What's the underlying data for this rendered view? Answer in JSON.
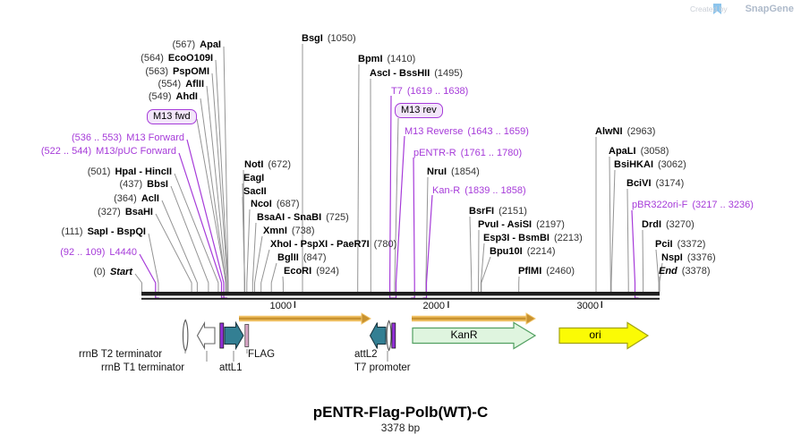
{
  "watermark": {
    "created_by": "Created by",
    "brand": "SnapGene"
  },
  "plasmid": {
    "name": "pENTR-Flag-Polb(WT)-C",
    "length": "3378 bp"
  },
  "scale": {
    "t1000": "1000",
    "t2000": "2000",
    "t3000": "3000"
  },
  "boxes": {
    "m13_fwd": "M13 fwd",
    "m13_rev": "M13 rev"
  },
  "left": [
    {
      "pos": "(567)",
      "name": "ApaI"
    },
    {
      "pos": "(564)",
      "name": "EcoO109I"
    },
    {
      "pos": "(563)",
      "name": "PspOMI"
    },
    {
      "pos": "(554)",
      "name": "AflII"
    },
    {
      "pos": "(549)",
      "name": "AhdI"
    },
    {
      "pos": "(536 .. 553)",
      "name": "M13 Forward"
    },
    {
      "pos": "(522 .. 544)",
      "name": "M13/pUC Forward"
    },
    {
      "pos": "(501)",
      "name": "HpaI - HincII"
    },
    {
      "pos": "(437)",
      "name": "BbsI"
    },
    {
      "pos": "(364)",
      "name": "AclI"
    },
    {
      "pos": "(327)",
      "name": "BsaHI"
    },
    {
      "pos": "(111)",
      "name": "SapI - BspQI"
    },
    {
      "pos": "(92 .. 109)",
      "name": "L4440"
    },
    {
      "pos": "(0)",
      "name": "Start"
    }
  ],
  "mid_left": [
    {
      "name": "NotI",
      "pos": "(672)"
    },
    {
      "name": "EagI",
      "pos": ""
    },
    {
      "name": "SacII",
      "pos": ""
    },
    {
      "name": "NcoI",
      "pos": "(687)"
    },
    {
      "name": "BsaAI - SnaBI",
      "pos": "(725)"
    },
    {
      "name": "XmnI",
      "pos": "(738)"
    },
    {
      "name": "XhoI - PspXI - PaeR7I",
      "pos": "(780)"
    },
    {
      "name": "BglII",
      "pos": "(847)"
    },
    {
      "name": "EcoRI",
      "pos": "(924)"
    }
  ],
  "mid_top": [
    {
      "name": "BsgI",
      "pos": "(1050)"
    },
    {
      "name": "BpmI",
      "pos": "(1410)"
    },
    {
      "name": "AscI - BssHII",
      "pos": "(1495)"
    }
  ],
  "mid_primers": [
    {
      "name": "T7",
      "pos": "(1619 .. 1638)"
    },
    {
      "name": "M13 Reverse",
      "pos": "(1643 .. 1659)"
    },
    {
      "name": "pENTR-R",
      "pos": "(1761 .. 1780)"
    },
    {
      "name": "Kan-R",
      "pos": "(1839 .. 1858)"
    }
  ],
  "mid_right": [
    {
      "name": "NruI",
      "pos": "(1854)"
    },
    {
      "name": "BsrFI",
      "pos": "(2151)"
    },
    {
      "name": "PvuI - AsiSI",
      "pos": "(2197)"
    },
    {
      "name": "Esp3I - BsmBI",
      "pos": "(2213)"
    },
    {
      "name": "Bpu10I",
      "pos": "(2214)"
    },
    {
      "name": "PflMI",
      "pos": "(2460)"
    }
  ],
  "right": [
    {
      "name": "AlwNI",
      "pos": "(2963)"
    },
    {
      "name": "ApaLI",
      "pos": "(3058)"
    },
    {
      "name": "BsiHKAI",
      "pos": "(3062)"
    },
    {
      "name": "BciVI",
      "pos": "(3174)"
    },
    {
      "name": "pBR322ori-F",
      "pos": "(3217 .. 3236)"
    },
    {
      "name": "DrdI",
      "pos": "(3270)"
    },
    {
      "name": "PciI",
      "pos": "(3372)"
    },
    {
      "name": "NspI",
      "pos": "(3376)"
    },
    {
      "name": "End",
      "pos": "(3378)"
    }
  ],
  "features": {
    "rrnb_t2": "rrnB T2 terminator",
    "rrnb_t1": "rrnB T1 terminator",
    "attl1": "attL1",
    "flag": "FLAG",
    "attl2": "attL2",
    "t7_promoter": "T7 promoter",
    "kanr": "KanR",
    "ori": "ori"
  },
  "colors": {
    "primer_purple": "#A63BD9",
    "teal_feature": "#337F93",
    "purple_bar": "#9330D8",
    "flag_pink": "#D9A7C7",
    "kanr_fill": "#DFF5DF",
    "ori_fill": "#FBFB05",
    "orange_arrow": "#C8922F",
    "map_line": "#1E1E1E"
  }
}
